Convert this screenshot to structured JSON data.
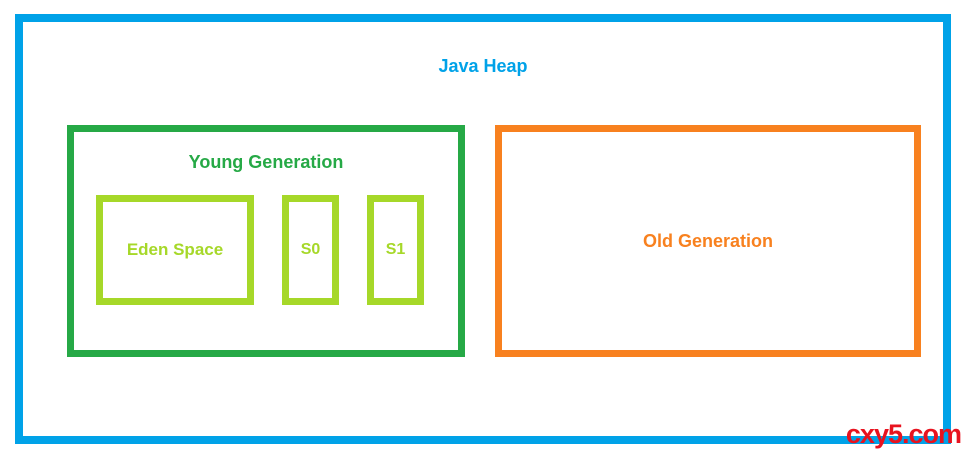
{
  "diagram": {
    "title": {
      "label": "Java Heap",
      "color": "#00a2e8"
    },
    "frame_color": "#00a2e8",
    "background": "#ffffff",
    "regions": {
      "young_generation": {
        "label": "Young Generation",
        "color": "#26a946",
        "children": {
          "eden": {
            "label": "Eden Space",
            "color": "#a6d829"
          },
          "s0": {
            "label": "S0",
            "color": "#a6d829"
          },
          "s1": {
            "label": "S1",
            "color": "#a6d829"
          }
        }
      },
      "old_generation": {
        "label": "Old Generation",
        "color": "#f8811f"
      }
    },
    "watermark": {
      "label": "cxy5.com",
      "color": "#e8131f"
    }
  }
}
